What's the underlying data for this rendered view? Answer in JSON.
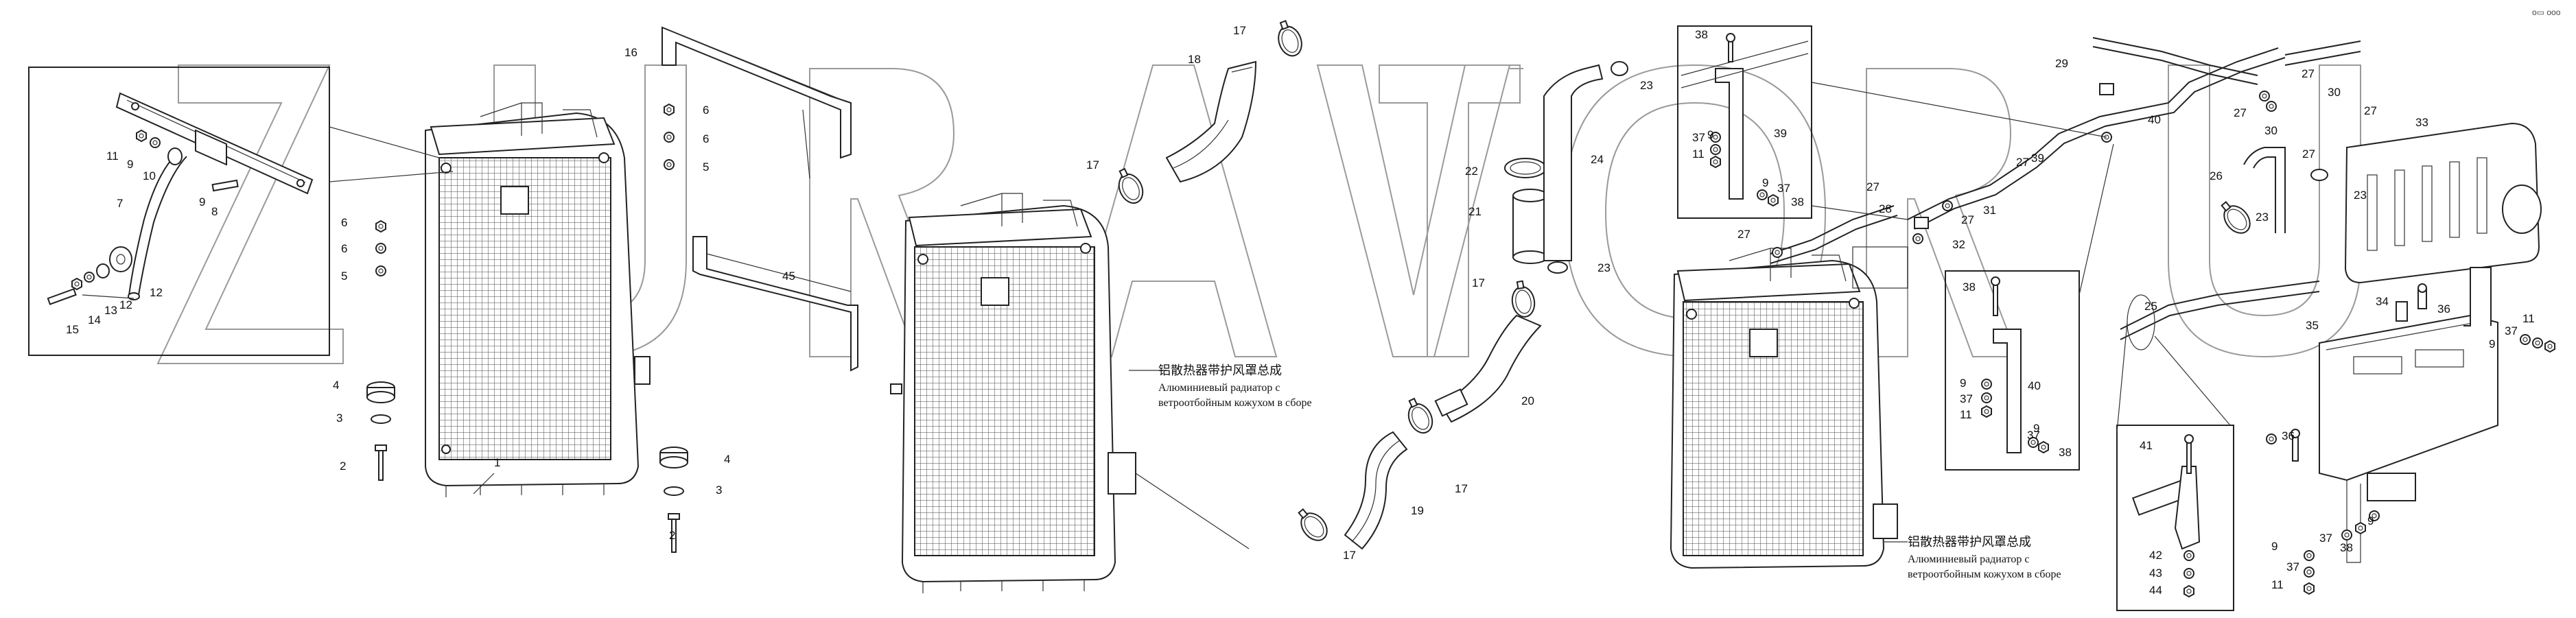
{
  "top_right_marks": "o▭ ooo",
  "callouts": [
    "1",
    "2",
    "3",
    "4",
    "5",
    "6",
    "7",
    "8",
    "9",
    "10",
    "11",
    "12",
    "13",
    "14",
    "15",
    "16",
    "17",
    "18",
    "19",
    "20",
    "21",
    "22",
    "23",
    "24",
    "25",
    "26",
    "27",
    "28",
    "29",
    "30",
    "31",
    "32",
    "33",
    "34",
    "35",
    "36",
    "37",
    "38",
    "39",
    "40",
    "41",
    "42",
    "43",
    "44",
    "45"
  ],
  "captions": {
    "left": {
      "cn": "铝散热器带护风罩总成",
      "ru1": "Алюминиевый радиатор с",
      "ru2": "ветроотбойным кожухом в сборе"
    },
    "right": {
      "cn": "铝散热器带护风罩总成",
      "ru1": "Алюминиевый радиатор с",
      "ru2": "ветроотбойным кожухом в сборе"
    }
  }
}
